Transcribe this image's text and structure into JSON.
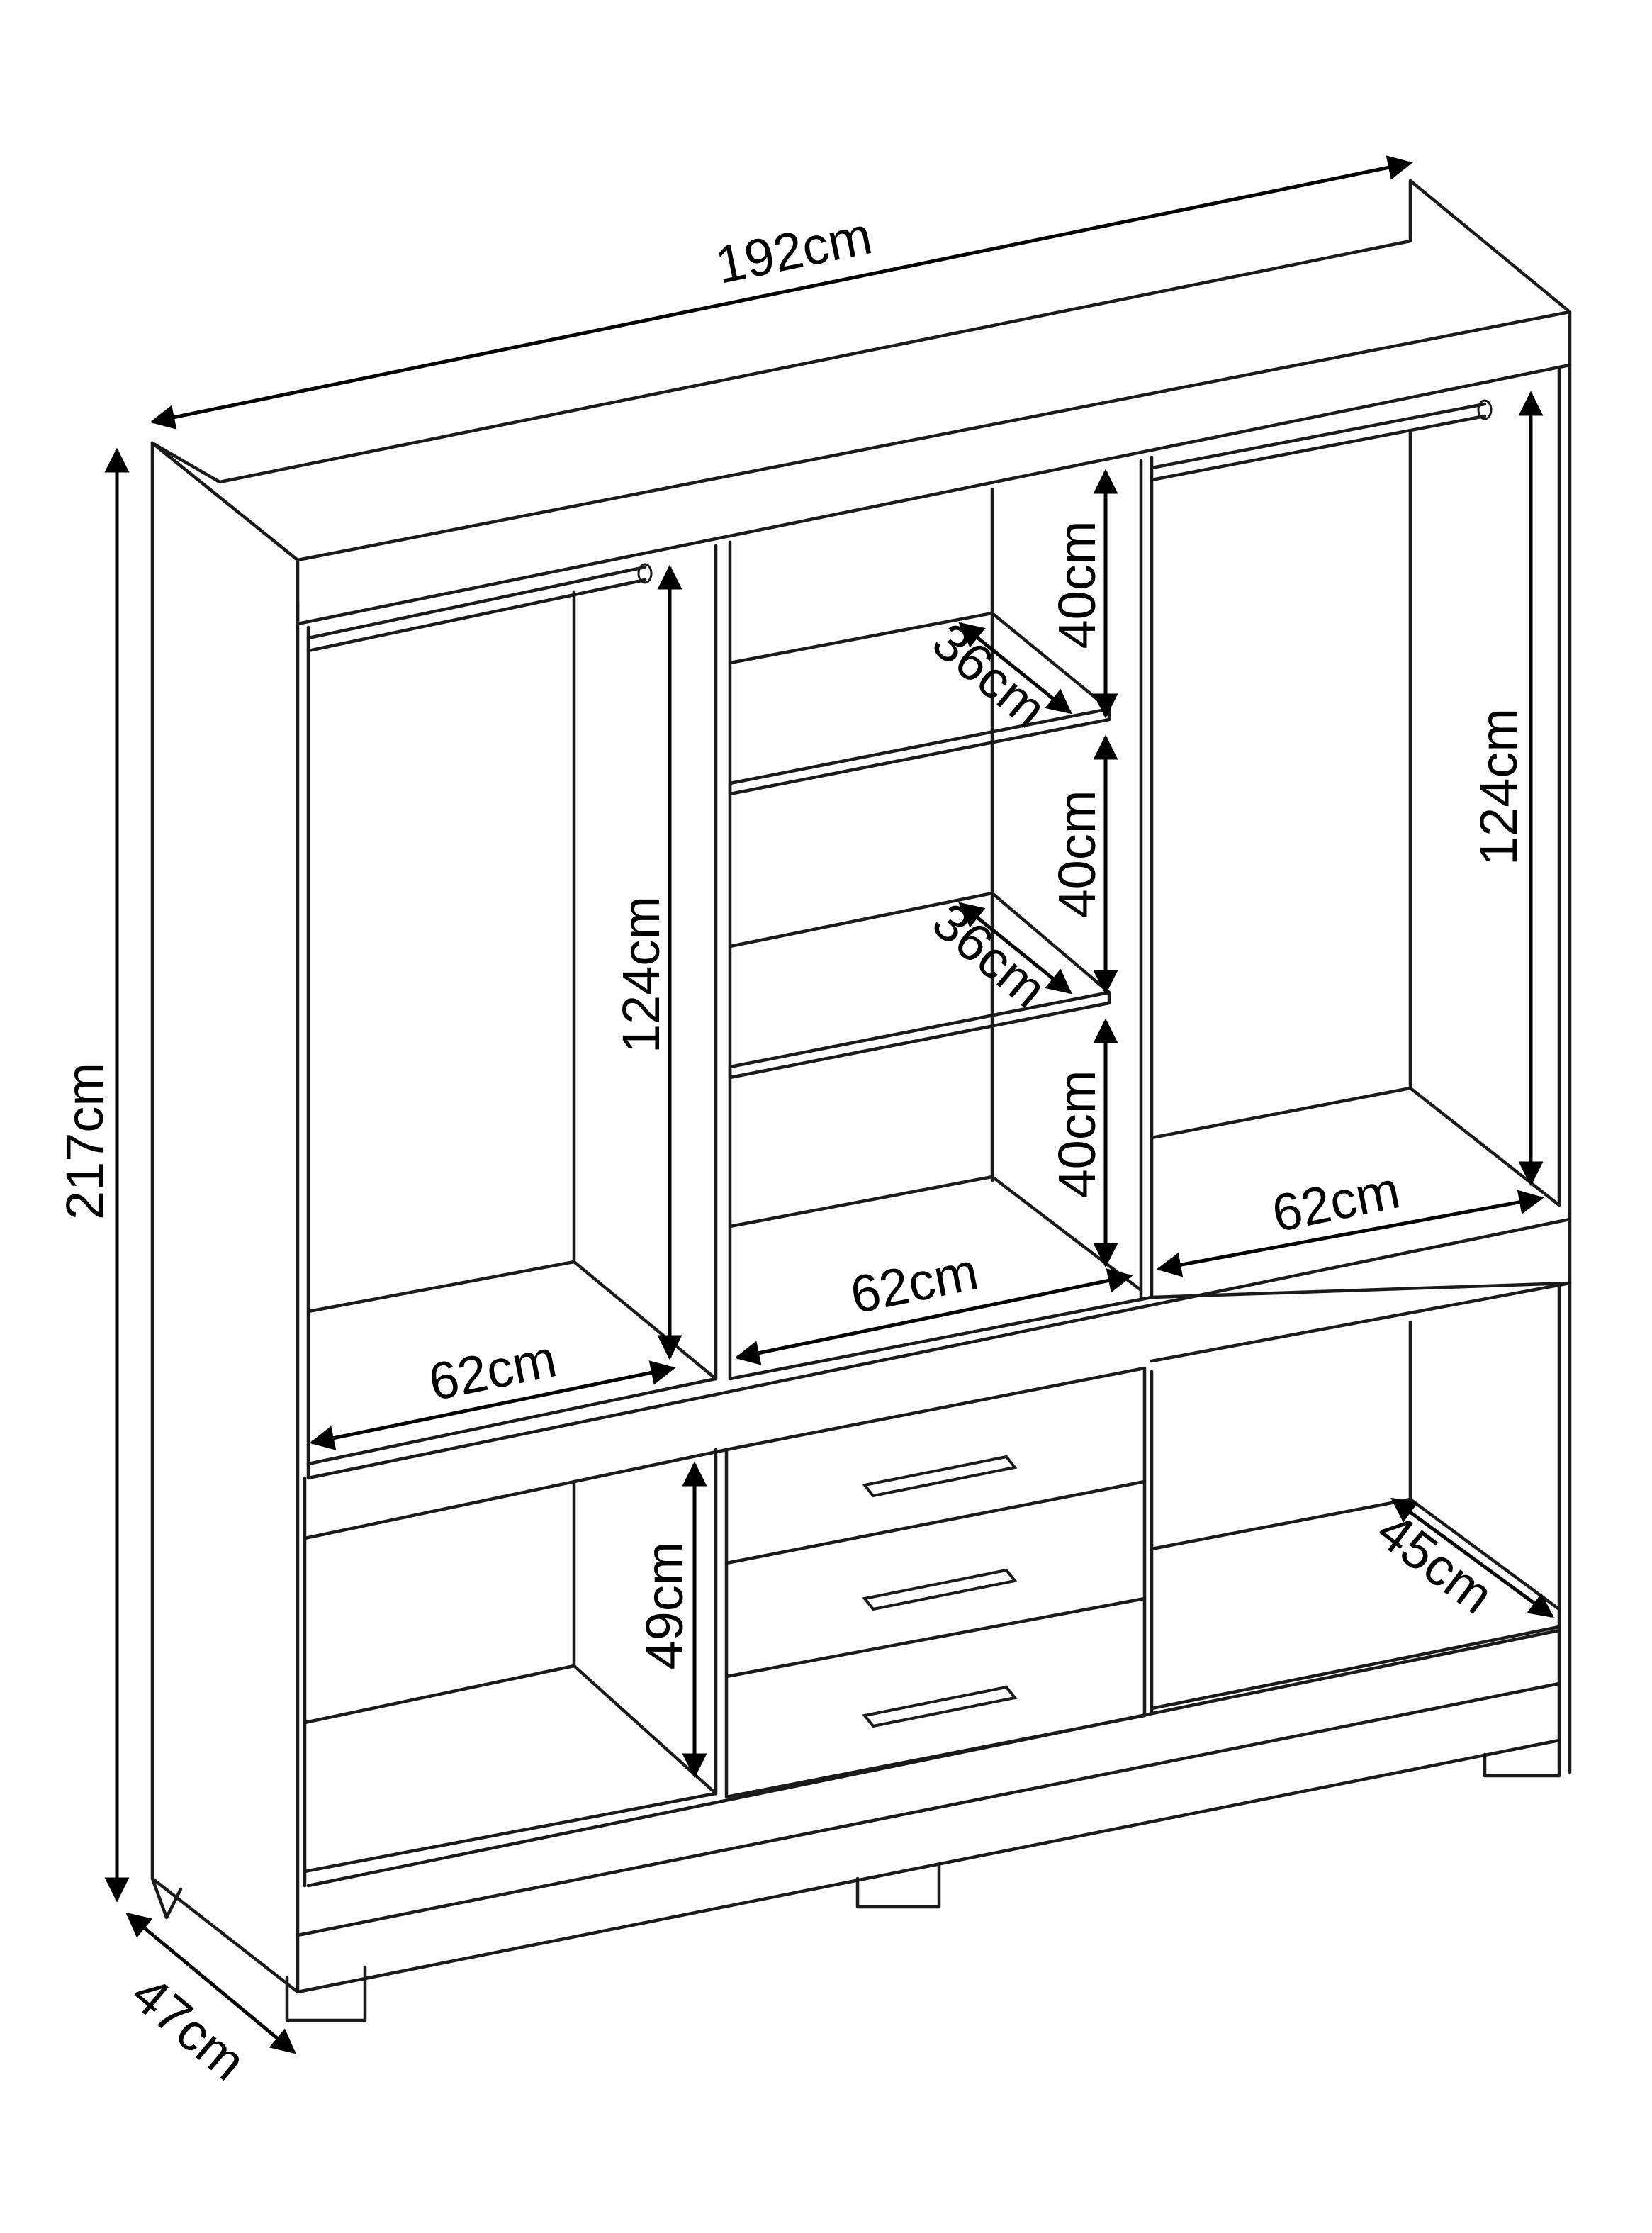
{
  "dimensions": {
    "total_width": "192cm",
    "total_height": "217cm",
    "total_depth": "47cm",
    "left_hanging_height": "124cm",
    "right_hanging_height": "124cm",
    "shelf_spacing_1": "40cm",
    "shelf_spacing_2": "40cm",
    "shelf_spacing_3": "40cm",
    "shelf_depth_1": "36cm",
    "shelf_depth_2": "36cm",
    "left_compartment_width": "62cm",
    "center_compartment_width": "62cm",
    "right_compartment_width": "62cm",
    "lower_left_height": "49cm",
    "lower_right_depth": "45cm"
  }
}
